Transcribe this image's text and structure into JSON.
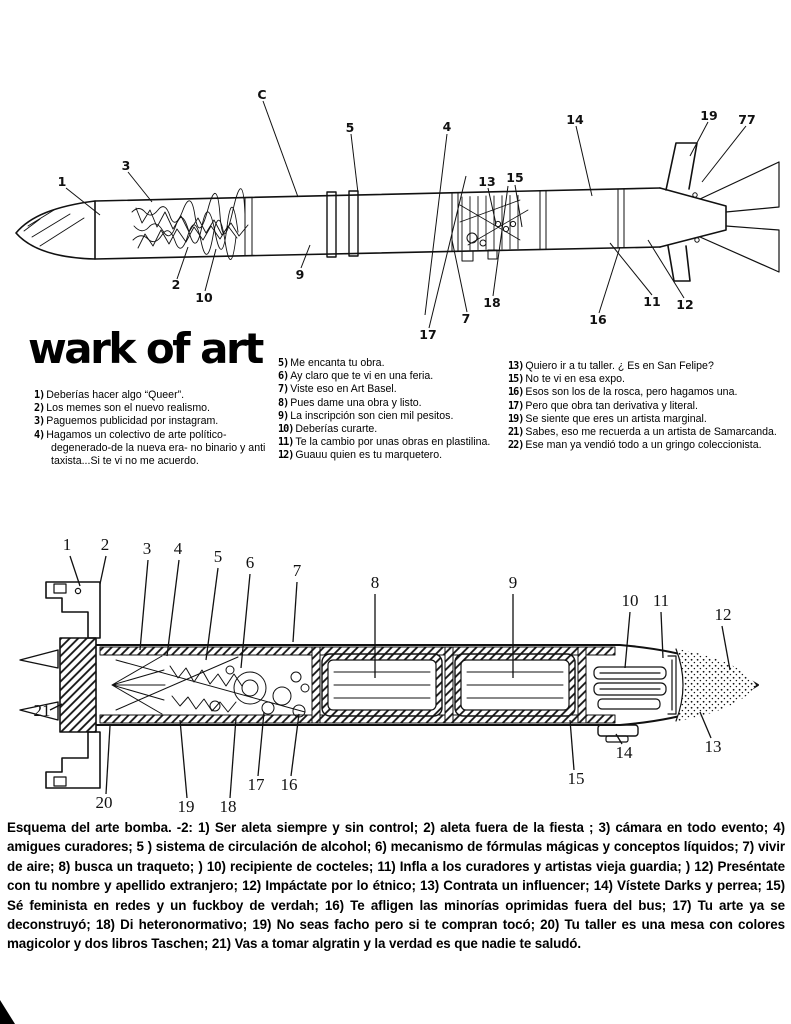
{
  "title": "wark of art",
  "legend": {
    "left": [
      {
        "marker": "1)",
        "text": "Deberías hacer algo “Queer”."
      },
      {
        "marker": "2)",
        "text": "Los memes son el nuevo realismo."
      },
      {
        "marker": "3)",
        "text": "Paguemos publicidad por instagram."
      },
      {
        "marker": "4)",
        "text": "Hagamos un colectivo de arte político-degenerado-de la nueva era- no binario y anti taxista...Si te vi no me acuerdo."
      }
    ],
    "middle": [
      {
        "marker": "5)",
        "text": "Me encanta tu obra."
      },
      {
        "marker": "6)",
        "text": "Ay claro que te vi en una feria."
      },
      {
        "marker": "7)",
        "text": "Viste eso en Art Basel."
      },
      {
        "marker": "8)",
        "text": "Pues dame una obra y listo."
      },
      {
        "marker": "9)",
        "text": "La inscripción son cien mil pesitos."
      },
      {
        "marker": "10)",
        "text": "Deberías curarte."
      },
      {
        "marker": "11)",
        "text": "Te la cambio por unas obras en plastilina."
      },
      {
        "marker": "12)",
        "text": "Guauu quien es tu marquetero."
      }
    ],
    "right": [
      {
        "marker": "13)",
        "text": "Quiero ir a tu taller. ¿ Es en San Felipe?"
      },
      {
        "marker": "15)",
        "text": "No te vi en esa expo."
      },
      {
        "marker": "16)",
        "text": "Esos son los de la rosca, pero hagamos una."
      },
      {
        "marker": "17)",
        "text": "Pero que obra tan derivativa y literal."
      },
      {
        "marker": "19)",
        "text": "Se siente que eres un artista marginal."
      },
      {
        "marker": "21)",
        "text": "Sabes, eso me recuerda a un artista de Samarcanda."
      },
      {
        "marker": "22)",
        "text": "Ese man ya vendió todo a un gringo coleccionista."
      }
    ]
  },
  "top_diagram": {
    "callouts": [
      "1",
      "3",
      "C",
      "5",
      "4",
      "13",
      "15",
      "14",
      "19",
      "77",
      "2",
      "10",
      "9",
      "17",
      "7",
      "18",
      "16",
      "11",
      "12"
    ]
  },
  "bottom_diagram": {
    "callouts": [
      "1",
      "2",
      "3",
      "4",
      "5",
      "6",
      "7",
      "8",
      "9",
      "10",
      "11",
      "12",
      "13",
      "14",
      "15",
      "16",
      "17",
      "18",
      "19",
      "20",
      "21"
    ]
  },
  "caption": {
    "text": "Esquema del arte bomba. -2: 1) Ser aleta siempre y sin control; 2) aleta fuera de la fiesta ; 3) cámara en todo evento; 4) amigues curadores; 5 ) sistema de circulación de alcohol; 6) mecanismo de fórmulas mágicas y conceptos líquidos; 7) vivir de aire; 8) busca un traqueto; ) 10) recipiente de cocteles; 11) Infla a los curadores y artistas vieja guardia; ) 12) Preséntate con tu nombre y apellido extranjero; 12) Impáctate por lo étnico; 13) Contrata un influencer; 14) Vístete Darks y perrea; 15) Sé feminista en redes y un fuckboy de verdah; 16) Te afligen las minorías oprimidas fuera del bus; 17) Tu arte ya se deconstruyó; 18) Di heteronormativo; 19) No seas facho pero si te compran tocó; 20) Tu taller es una mesa con colores magicolor y dos libros Taschen; 21) Vas a tomar algratin y la verdad es que nadie te saludó."
  }
}
